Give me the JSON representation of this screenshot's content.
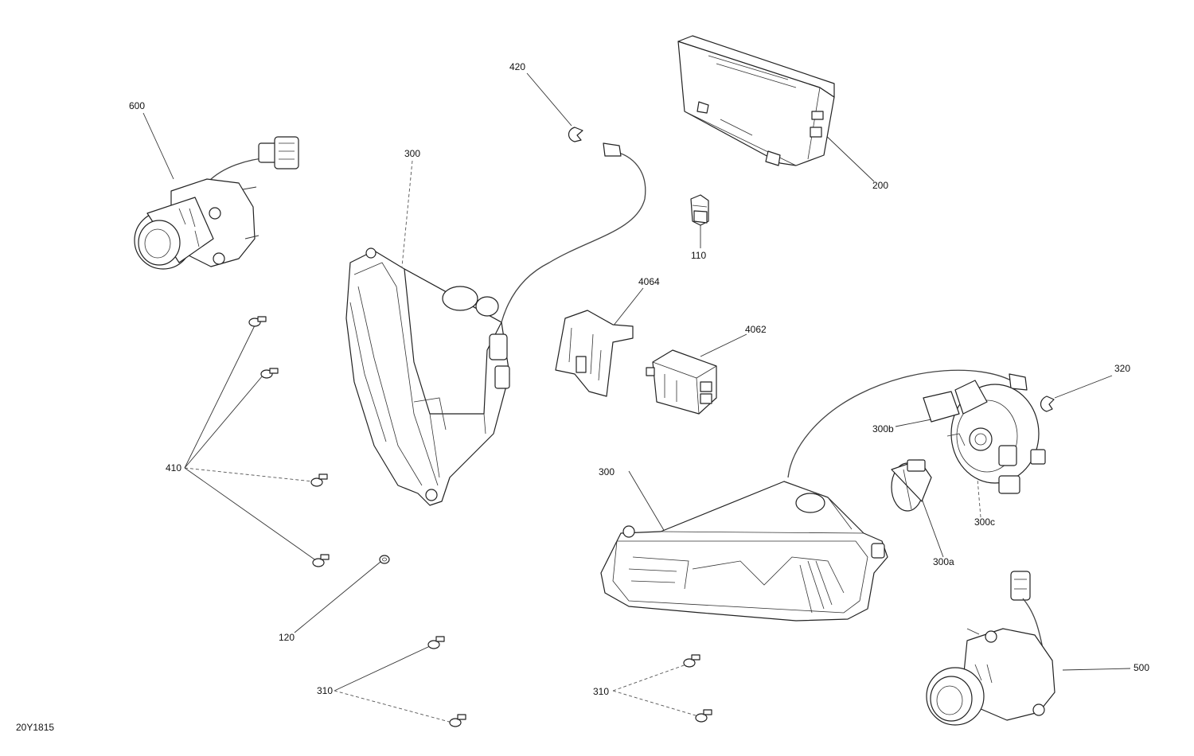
{
  "diagram": {
    "drawing_code": "20Y1815",
    "callouts": {
      "c600": "600",
      "c420": "420",
      "c300_left": "300",
      "c200": "200",
      "c110": "110",
      "c4064": "4064",
      "c4062": "4062",
      "c320": "320",
      "c300b": "300b",
      "c300_right": "300",
      "c300c": "300c",
      "c300a": "300a",
      "c410": "410",
      "c120": "120",
      "c310_left": "310",
      "c310_right": "310",
      "c500": "500"
    }
  }
}
